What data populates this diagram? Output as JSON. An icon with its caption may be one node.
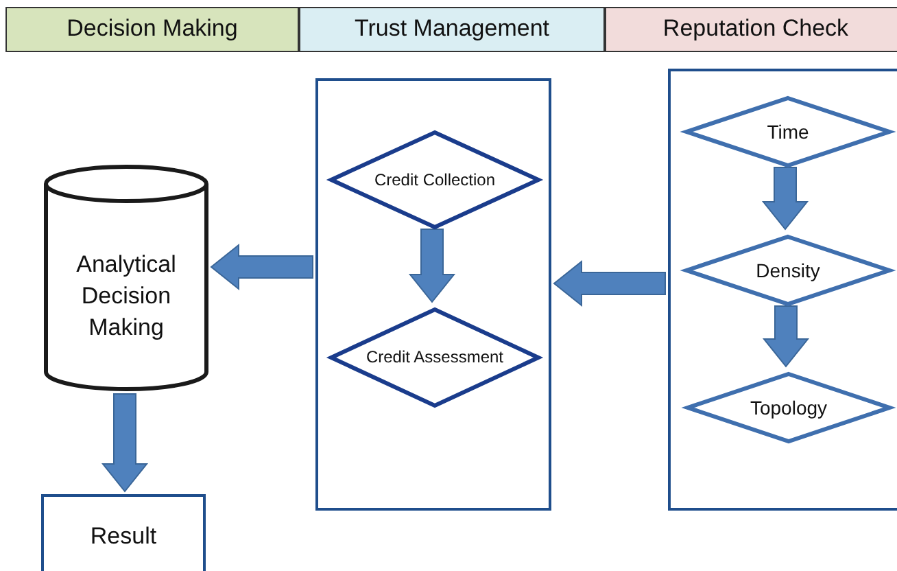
{
  "diagram": {
    "nodes": [
      {
        "text": [
          "Decision Making"
        ]
      },
      {
        "text": [
          "Trust Management"
        ]
      },
      {
        "text": [
          "Reputation Check"
        ]
      },
      {
        "text": [],
        "shape": "box"
      },
      {
        "text": [
          "Credit Collection"
        ],
        "in": 3
      },
      {
        "text": [
          "Credit Assessment"
        ],
        "in": 3
      },
      {
        "text": [],
        "shape": "box"
      },
      {
        "text": [
          "Time"
        ],
        "in": 6
      },
      {
        "text": [
          "Density"
        ],
        "in": 6
      },
      {
        "text": [
          "Topology"
        ],
        "in": 6
      },
      {
        "text": [
          "Analytical Decision Making"
        ]
      },
      {
        "text": [
          "Result"
        ]
      }
    ],
    "edges": [
      {
        "from": 4,
        "to": 5,
        "arrow": "to",
        "style": "thick"
      },
      {
        "from": 7,
        "to": 8,
        "arrow": "to",
        "style": "thick"
      },
      {
        "from": 8,
        "to": 9,
        "arrow": "to",
        "style": "thick"
      },
      {
        "from": 6,
        "to": 3,
        "arrow": "to",
        "style": "thick"
      },
      {
        "from": 3,
        "to": 10,
        "arrow": "to",
        "style": "thick"
      },
      {
        "from": 10,
        "to": 11,
        "arrow": "to",
        "style": "thick"
      }
    ]
  }
}
